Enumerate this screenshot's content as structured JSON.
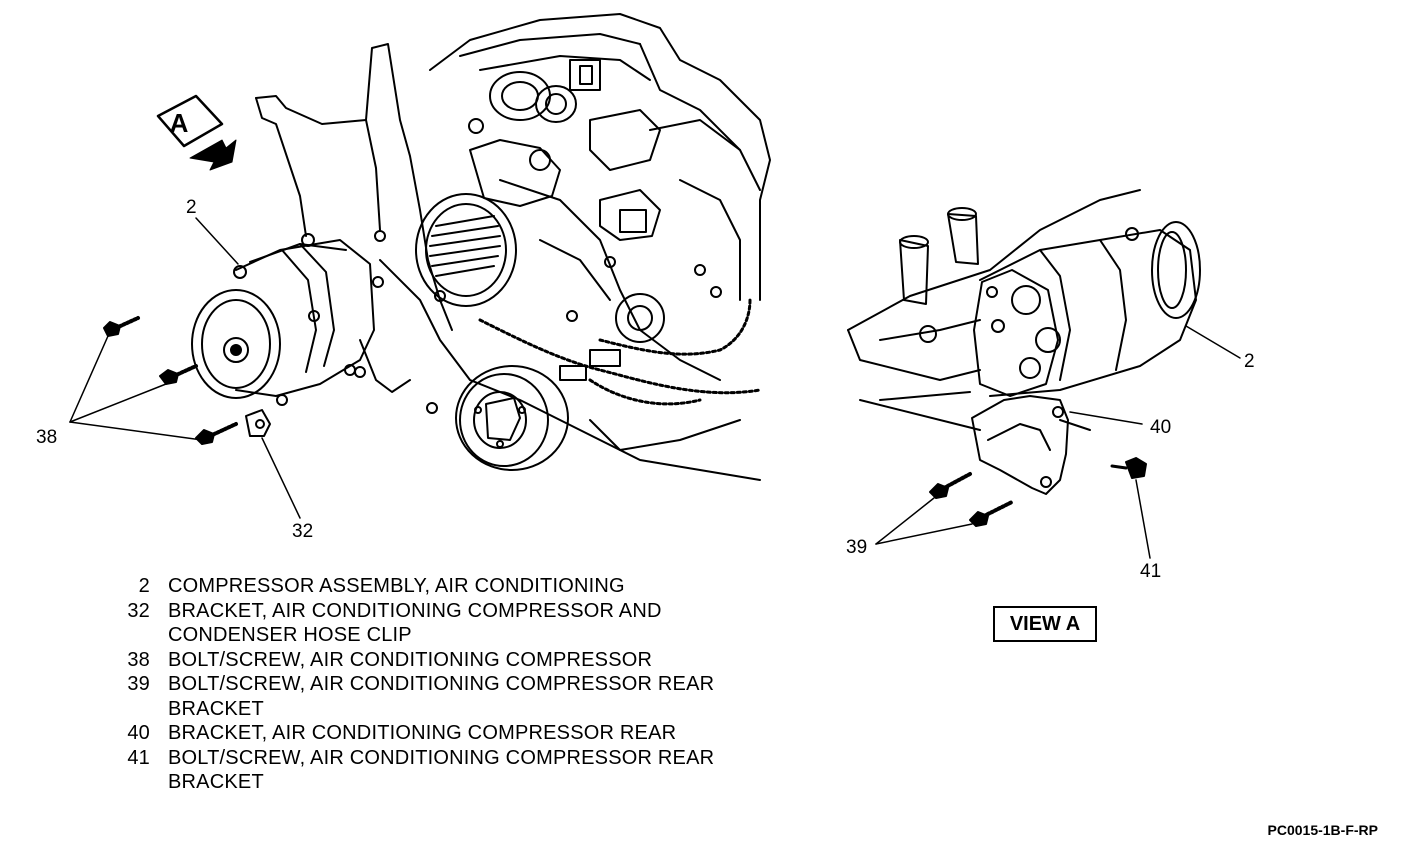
{
  "view_marker": "A",
  "callouts": {
    "c2_left": "2",
    "c38": "38",
    "c32": "32",
    "c2_right": "2",
    "c40": "40",
    "c39": "39",
    "c41": "41"
  },
  "legend": [
    {
      "num": "2",
      "line1": "COMPRESSOR ASSEMBLY, AIR CONDITIONING",
      "line2": ""
    },
    {
      "num": "32",
      "line1": "BRACKET, AIR CONDITIONING COMPRESSOR AND",
      "line2": "CONDENSER HOSE CLIP"
    },
    {
      "num": "38",
      "line1": "BOLT/SCREW, AIR CONDITIONING COMPRESSOR",
      "line2": ""
    },
    {
      "num": "39",
      "line1": "BOLT/SCREW, AIR CONDITIONING COMPRESSOR REAR",
      "line2": "BRACKET"
    },
    {
      "num": "40",
      "line1": "BRACKET, AIR CONDITIONING COMPRESSOR REAR",
      "line2": ""
    },
    {
      "num": "41",
      "line1": "BOLT/SCREW, AIR CONDITIONING COMPRESSOR REAR",
      "line2": "BRACKET"
    }
  ],
  "view_label": "VIEW A",
  "figure_code": "PC0015-1B-F-RP"
}
